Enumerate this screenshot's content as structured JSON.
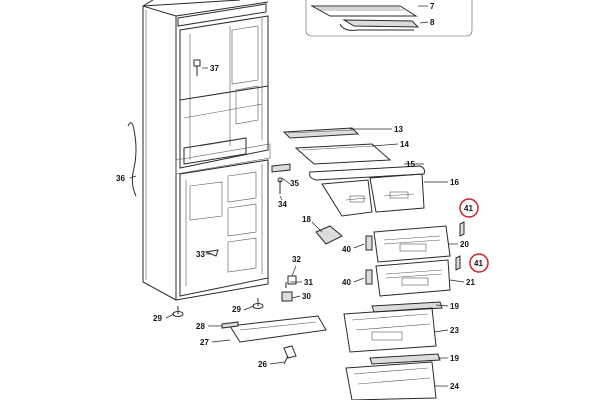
{
  "callouts": {
    "p7": "7",
    "p8": "8",
    "p13": "13",
    "p14": "14",
    "p15": "15",
    "p16": "16",
    "p18": "18",
    "p19a": "19",
    "p19b": "19",
    "p20": "20",
    "p21": "21",
    "p23": "23",
    "p24": "24",
    "p26": "26",
    "p27": "27",
    "p28": "28",
    "p29a": "29",
    "p29b": "29",
    "p30": "30",
    "p31": "31",
    "p32": "32",
    "p33": "33",
    "p34": "34",
    "p35": "35",
    "p36": "36",
    "p37": "37",
    "p40a": "40",
    "p40b": "40",
    "p41a": "41",
    "p41b": "41"
  },
  "highlight": {
    "color": "#d0202a"
  }
}
